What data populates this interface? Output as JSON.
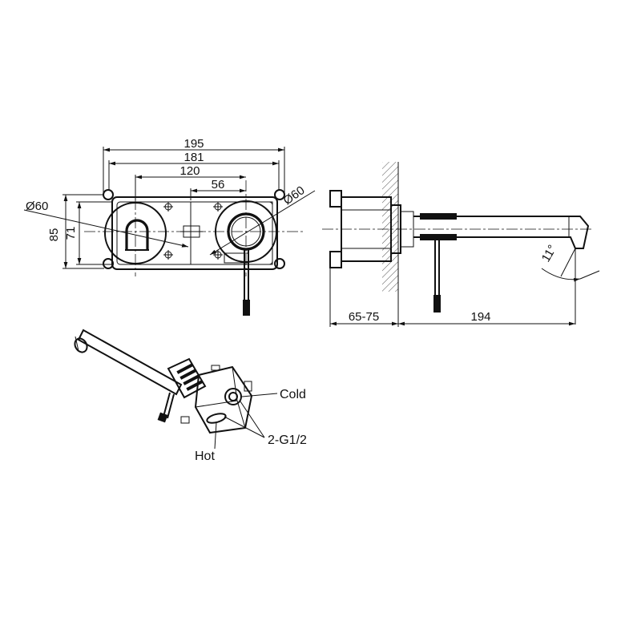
{
  "front_view": {
    "dims": {
      "width_overall": "195",
      "width_body": "181",
      "width_centers": "120",
      "width_offset": "56",
      "height_overall": "85",
      "height_body": "71",
      "diameter_left": "Ø60",
      "diameter_right": "Ø60"
    }
  },
  "side_view": {
    "dims": {
      "wall_depth": "65-75",
      "spout_length": "194",
      "spout_angle": "11°"
    }
  },
  "iso_view": {
    "labels": {
      "cold": "Cold",
      "hot": "Hot",
      "thread": "2-G1/2"
    }
  }
}
